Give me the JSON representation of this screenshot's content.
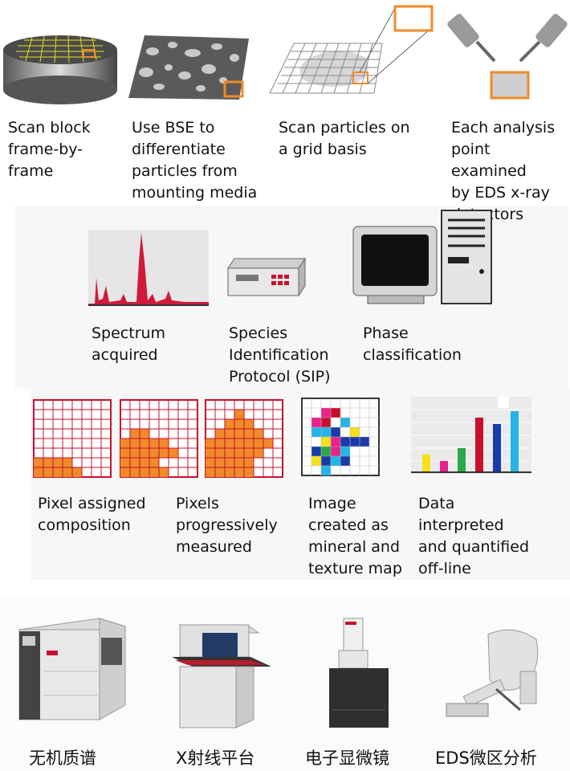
{
  "row1": {
    "steps": [
      {
        "label": "Scan block\nframe-by-\nframe",
        "icon": "sample-block-icon"
      },
      {
        "label": "Use BSE to\ndifferentiate\nparticles from\nmounting media",
        "icon": "bse-particles-icon"
      },
      {
        "label": "Scan particles on\na grid basis",
        "icon": "grid-scan-icon"
      },
      {
        "label": "Each analysis\npoint examined\nby EDS x-ray\ndetectors",
        "icon": "eds-detectors-icon"
      }
    ]
  },
  "row2": {
    "steps": [
      {
        "label": "Spectrum\nacquired",
        "icon": "spectrum-chart-icon"
      },
      {
        "label": "Species\nIdentification\nProtocol (SIP)",
        "icon": "analyzer-device-icon"
      },
      {
        "label": "Phase\nclassification",
        "icon": "computer-icon"
      }
    ]
  },
  "row3": {
    "steps": [
      {
        "label": "Pixel assigned\ncomposition",
        "icon": "pixel-grid-icon"
      },
      {
        "label": "Pixels\nprogressively\nmeasured",
        "icon": "pixel-grid-progress-icon"
      },
      {
        "label": "Image\ncreated as\nmineral and\ntexture map",
        "icon": "mineral-map-icon"
      },
      {
        "label": "Data\ninterpreted\nand quantified\noff-line",
        "icon": "bar-chart-icon"
      }
    ]
  },
  "row4": {
    "instruments": [
      {
        "label": "无机质谱",
        "icon": "mass-spectrometer-icon"
      },
      {
        "label": "X射线平台",
        "icon": "xray-platform-icon"
      },
      {
        "label": "电子显微镜",
        "icon": "electron-microscope-icon"
      },
      {
        "label": "EDS微区分析",
        "icon": "eds-microanalysis-icon"
      }
    ]
  },
  "colors": {
    "accent_orange": "#f08a2a",
    "grid_red": "#c8102e",
    "spectrum_red": "#d01a3a",
    "map_colors": [
      "#e8218c",
      "#1a3aa8",
      "#22b5e6",
      "#f5e11a",
      "#2aa84a",
      "#c8102e"
    ]
  }
}
